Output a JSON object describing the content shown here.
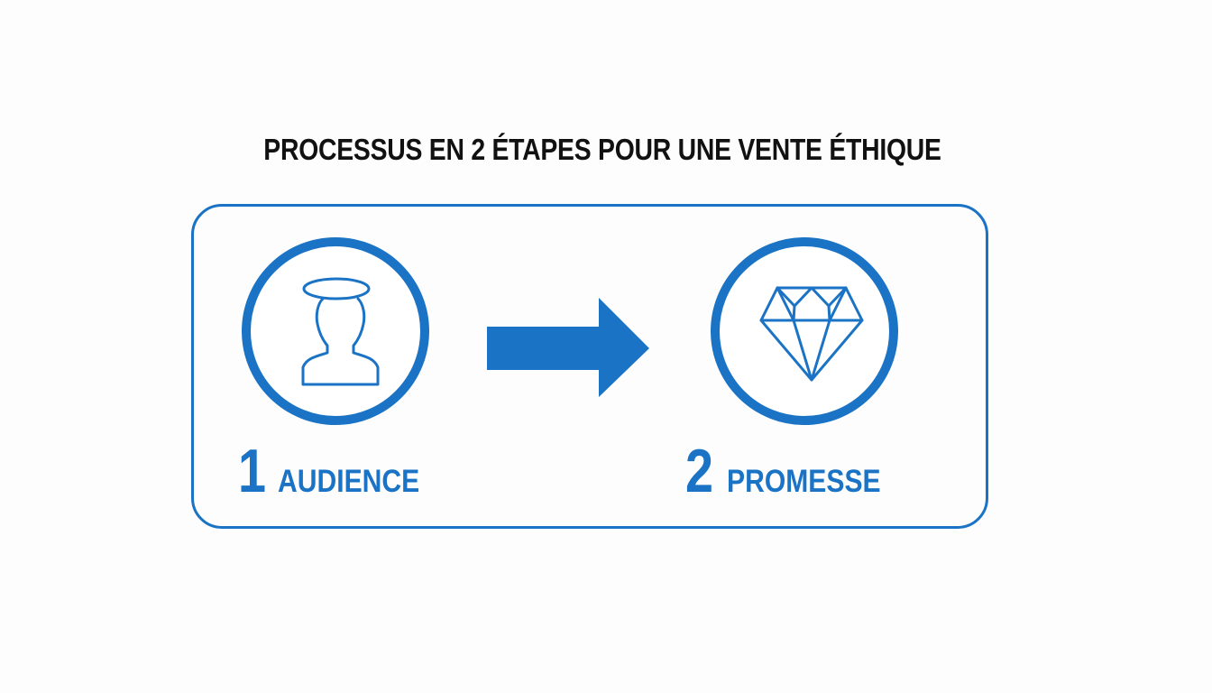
{
  "title": "PROCESSUS EN 2 ÉTAPES POUR UNE VENTE ÉTHIQUE",
  "colors": {
    "accent": "#1a73c4",
    "title_text": "#111111",
    "background": "#fdfdfd"
  },
  "steps": [
    {
      "number": "1",
      "label": "AUDIENCE",
      "icon": "haloed-person-icon"
    },
    {
      "number": "2",
      "label": "PROMESSE",
      "icon": "diamond-icon"
    }
  ],
  "connector": {
    "icon": "right-arrow-icon"
  }
}
